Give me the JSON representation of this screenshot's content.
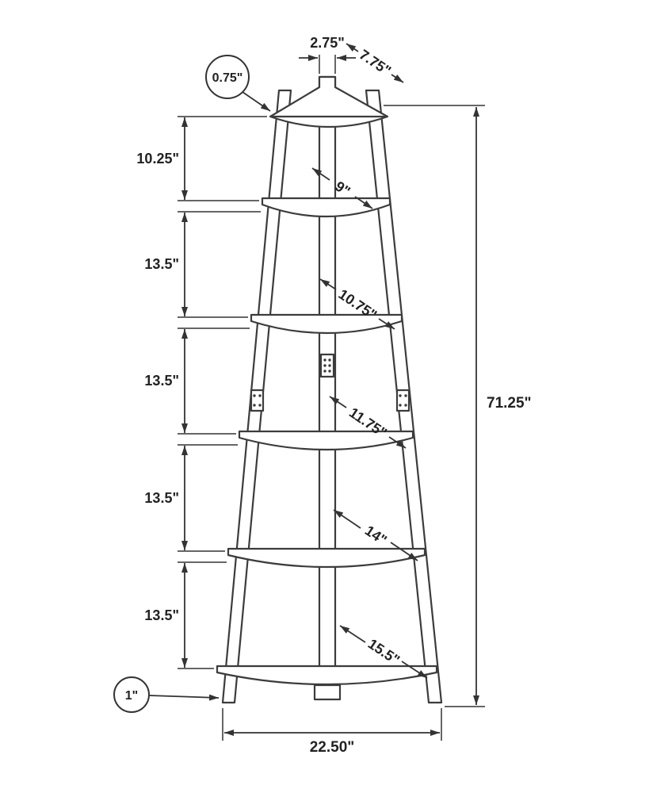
{
  "meta": {
    "title": "Corner ladder shelf dimension drawing",
    "units": "inches",
    "tiers": 5
  },
  "overall": {
    "height": "71.25\"",
    "base_width": "22.50\"",
    "top_post_width": "2.75\"",
    "top_edge_length": "7.75\"",
    "shelf_thickness": "0.75\"",
    "leg_thickness": "1\""
  },
  "spacings": [
    {
      "label": "10.25\""
    },
    {
      "label": "13.5\""
    },
    {
      "label": "13.5\""
    },
    {
      "label": "13.5\""
    },
    {
      "label": "13.5\""
    }
  ],
  "shelf_widths": [
    {
      "label": "9\""
    },
    {
      "label": "10.75\""
    },
    {
      "label": "11.75\""
    },
    {
      "label": "14\""
    },
    {
      "label": "15.5\""
    }
  ]
}
